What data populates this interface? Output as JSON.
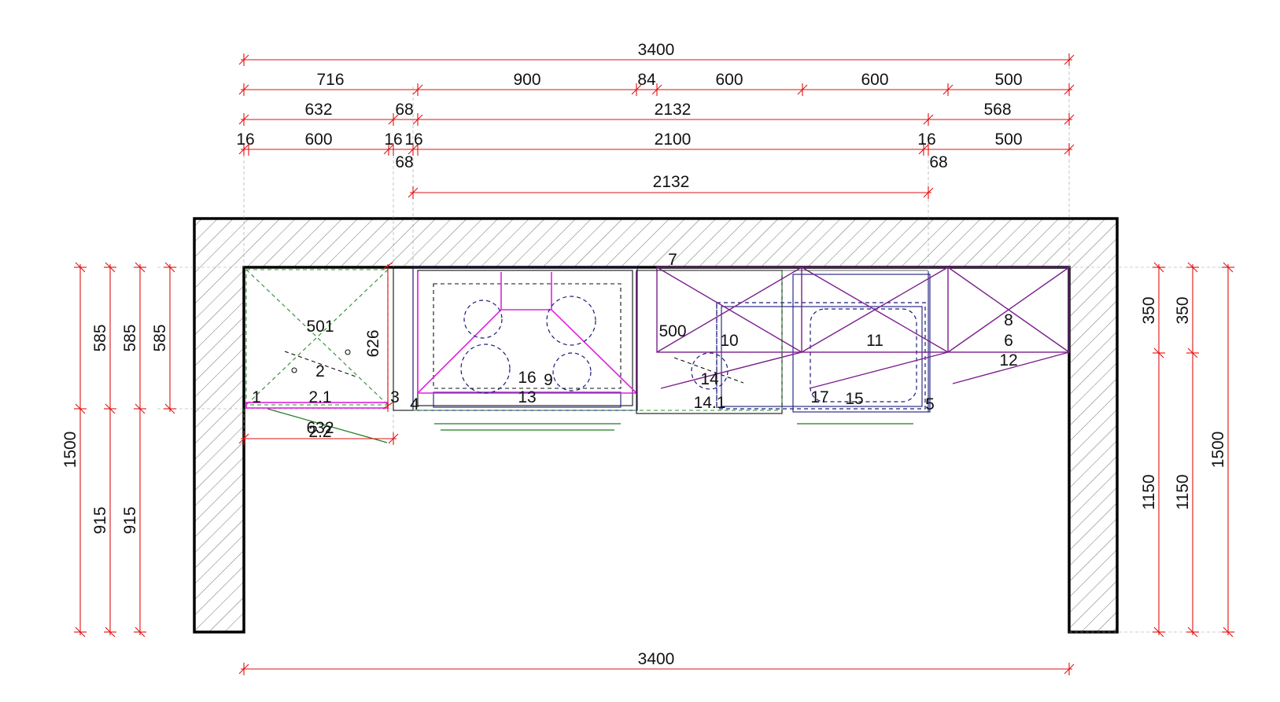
{
  "dimensions": {
    "overall_top": "3400",
    "row1": [
      "716",
      "900",
      "84",
      "600",
      "600",
      "500"
    ],
    "row2": [
      "632",
      "68",
      "2132",
      "568"
    ],
    "row3": [
      "16",
      "600",
      "16",
      "16",
      "2100",
      "16",
      "500"
    ],
    "row3_extra": [
      "68",
      "68"
    ],
    "inner_span": "2132",
    "overall_bottom": "3400",
    "left_stack": [
      "585",
      "585",
      "585",
      "915",
      "915",
      "1500"
    ],
    "right_stack": [
      "350",
      "350",
      "1150",
      "1150",
      "1500"
    ],
    "inline": [
      "501",
      "626",
      "500",
      "632"
    ]
  },
  "labels": [
    "1",
    "2",
    "2.1",
    "2.2",
    "3",
    "4",
    "5",
    "6",
    "7",
    "8",
    "9",
    "10",
    "11",
    "12",
    "13",
    "14",
    "14.1",
    "15",
    "16",
    "17"
  ],
  "colors": {
    "dimension": "#e01010",
    "wall": "#000000",
    "wall_cabinet": "#7a1f8c",
    "hood": "#e020e0",
    "appliance": "#1a1a7a",
    "corner_unit": "#1f7a1f"
  }
}
